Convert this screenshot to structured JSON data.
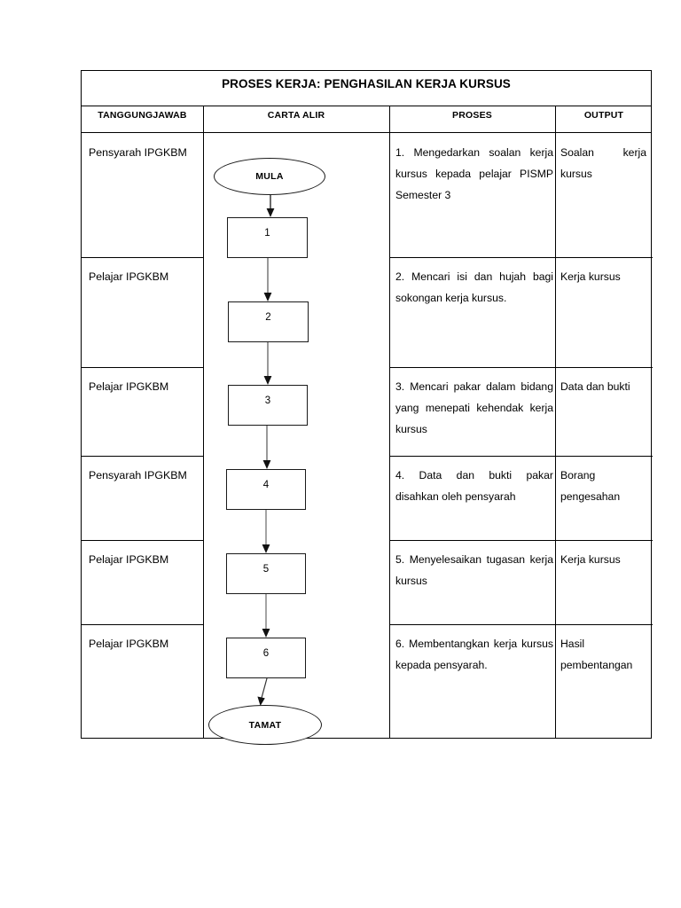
{
  "document": {
    "title": "PROSES KERJA: PENGHASILAN KERJA KURSUS",
    "columns": [
      {
        "key": "tanggungjawab",
        "label": "TANGGUNGJAWAB"
      },
      {
        "key": "carta_alir",
        "label": "CARTA ALIR"
      },
      {
        "key": "proses",
        "label": "PROSES"
      },
      {
        "key": "output",
        "label": "OUTPUT"
      }
    ],
    "rows": [
      {
        "responsibility": "Pensyarah IPGKBM",
        "process": "1.  Mengedarkan soalan kerja kursus kepada pelajar PISMP Semester 3",
        "output": "Soalan kerja kursus",
        "step": "1"
      },
      {
        "responsibility": "Pelajar IPGKBM",
        "process": " 2. Mencari isi dan hujah bagi sokongan kerja kursus.",
        "output": "Kerja kursus",
        "step": "2"
      },
      {
        "responsibility": "Pelajar IPGKBM",
        "process": "3. Mencari pakar dalam bidang yang menepati kehendak kerja kursus",
        "output": "Data dan bukti",
        "step": "3"
      },
      {
        "responsibility": "Pensyarah IPGKBM",
        "process": "4. Data dan bukti pakar disahkan oleh pensyarah",
        "output": "Borang pengesahan",
        "step": "4"
      },
      {
        "responsibility": "Pelajar IPGKBM",
        "process": "5. Menyelesaikan tugasan kerja kursus",
        "output": "Kerja kursus",
        "step": "5"
      },
      {
        "responsibility": "Pelajar IPGKBM",
        "process": "6. Membentangkan kerja kursus kepada pensyarah.",
        "output": "Hasil pembentangan",
        "step": "6"
      }
    ],
    "flowchart": {
      "start_label": "MULA",
      "end_label": "TAMAT",
      "steps": [
        "1",
        "2",
        "3",
        "4",
        "5",
        "6"
      ]
    },
    "colors": {
      "border": "#000000",
      "text": "#000000",
      "background": "#ffffff",
      "shape_stroke": "#1a1a1a"
    }
  }
}
